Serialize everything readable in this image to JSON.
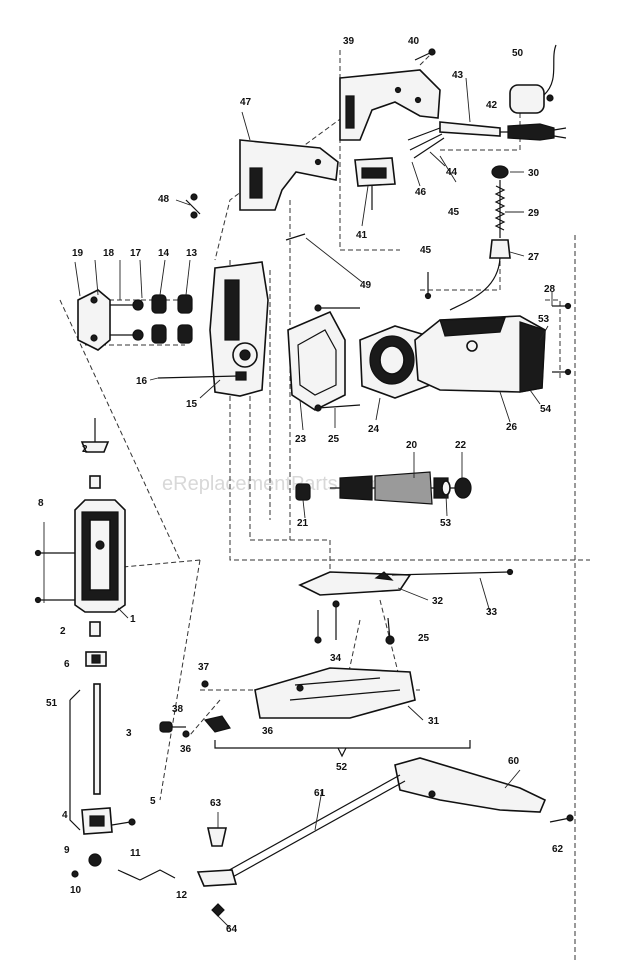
{
  "watermark": "eReplacementParts.com",
  "callouts": [
    {
      "id": "39",
      "text": "39"
    },
    {
      "id": "40",
      "text": "40"
    },
    {
      "id": "50",
      "text": "50"
    },
    {
      "id": "43",
      "text": "43"
    },
    {
      "id": "42",
      "text": "42"
    },
    {
      "id": "47",
      "text": "47"
    },
    {
      "id": "44",
      "text": "44"
    },
    {
      "id": "46",
      "text": "46"
    },
    {
      "id": "45a",
      "text": "45"
    },
    {
      "id": "48",
      "text": "48"
    },
    {
      "id": "41",
      "text": "41"
    },
    {
      "id": "30",
      "text": "30"
    },
    {
      "id": "29",
      "text": "29"
    },
    {
      "id": "27",
      "text": "27"
    },
    {
      "id": "45b",
      "text": "45"
    },
    {
      "id": "49",
      "text": "49"
    },
    {
      "id": "19",
      "text": "19"
    },
    {
      "id": "18",
      "text": "18"
    },
    {
      "id": "17",
      "text": "17"
    },
    {
      "id": "14",
      "text": "14"
    },
    {
      "id": "13",
      "text": "13"
    },
    {
      "id": "28",
      "text": "28"
    },
    {
      "id": "53a",
      "text": "53"
    },
    {
      "id": "54",
      "text": "54"
    },
    {
      "id": "16",
      "text": "16"
    },
    {
      "id": "15",
      "text": "15"
    },
    {
      "id": "23",
      "text": "23"
    },
    {
      "id": "25a",
      "text": "25"
    },
    {
      "id": "24",
      "text": "24"
    },
    {
      "id": "26",
      "text": "26"
    },
    {
      "id": "20",
      "text": "20"
    },
    {
      "id": "22",
      "text": "22"
    },
    {
      "id": "2a",
      "text": "2"
    },
    {
      "id": "21",
      "text": "21"
    },
    {
      "id": "53b",
      "text": "53"
    },
    {
      "id": "8",
      "text": "8"
    },
    {
      "id": "1",
      "text": "1"
    },
    {
      "id": "2b",
      "text": "2"
    },
    {
      "id": "32",
      "text": "32"
    },
    {
      "id": "33",
      "text": "33"
    },
    {
      "id": "6",
      "text": "6"
    },
    {
      "id": "25b",
      "text": "25"
    },
    {
      "id": "34",
      "text": "34"
    },
    {
      "id": "37",
      "text": "37"
    },
    {
      "id": "51",
      "text": "51"
    },
    {
      "id": "38",
      "text": "38"
    },
    {
      "id": "3",
      "text": "3"
    },
    {
      "id": "31",
      "text": "31"
    },
    {
      "id": "36a",
      "text": "36"
    },
    {
      "id": "36b",
      "text": "36"
    },
    {
      "id": "52",
      "text": "52"
    },
    {
      "id": "60",
      "text": "60"
    },
    {
      "id": "5",
      "text": "5"
    },
    {
      "id": "4",
      "text": "4"
    },
    {
      "id": "63",
      "text": "63"
    },
    {
      "id": "61",
      "text": "61"
    },
    {
      "id": "62",
      "text": "62"
    },
    {
      "id": "9",
      "text": "9"
    },
    {
      "id": "11",
      "text": "11"
    },
    {
      "id": "12",
      "text": "12"
    },
    {
      "id": "10",
      "text": "10"
    },
    {
      "id": "64",
      "text": "64"
    }
  ]
}
